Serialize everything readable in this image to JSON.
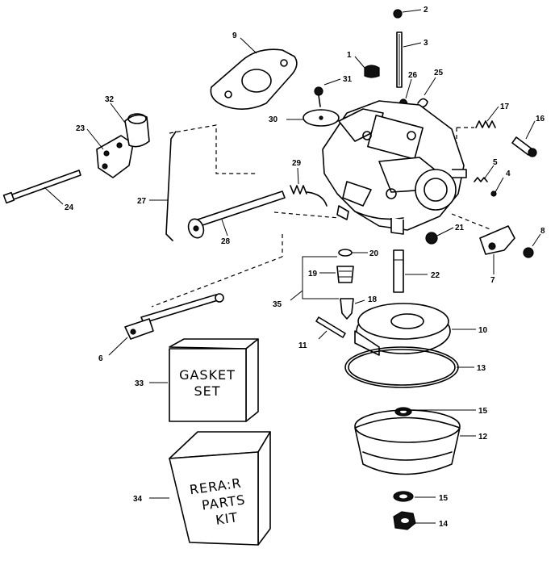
{
  "callouts": [
    {
      "id": "c2",
      "label": "2"
    },
    {
      "id": "c3",
      "label": "3"
    },
    {
      "id": "c9",
      "label": "9"
    },
    {
      "id": "c1",
      "label": "1"
    },
    {
      "id": "c26",
      "label": "26"
    },
    {
      "id": "c25",
      "label": "25"
    },
    {
      "id": "c31",
      "label": "31"
    },
    {
      "id": "c32",
      "label": "32"
    },
    {
      "id": "c23",
      "label": "23"
    },
    {
      "id": "c30",
      "label": "30"
    },
    {
      "id": "c17",
      "label": "17"
    },
    {
      "id": "c16",
      "label": "16"
    },
    {
      "id": "c5",
      "label": "5"
    },
    {
      "id": "c4",
      "label": "4"
    },
    {
      "id": "c29",
      "label": "29"
    },
    {
      "id": "c24",
      "label": "24"
    },
    {
      "id": "c27",
      "label": "27"
    },
    {
      "id": "c28",
      "label": "28"
    },
    {
      "id": "c21",
      "label": "21"
    },
    {
      "id": "c8a",
      "label": "8"
    },
    {
      "id": "c20",
      "label": "20"
    },
    {
      "id": "c7",
      "label": "7"
    },
    {
      "id": "c19",
      "label": "19"
    },
    {
      "id": "c22",
      "label": "22"
    },
    {
      "id": "c35",
      "label": "35"
    },
    {
      "id": "c18",
      "label": "18"
    },
    {
      "id": "c10",
      "label": "10"
    },
    {
      "id": "c11",
      "label": "11"
    },
    {
      "id": "c6",
      "label": "6"
    },
    {
      "id": "c13",
      "label": "13"
    },
    {
      "id": "c33",
      "label": "33"
    },
    {
      "id": "c15a",
      "label": "15"
    },
    {
      "id": "c12",
      "label": "12"
    },
    {
      "id": "c34",
      "label": "34"
    },
    {
      "id": "c15b",
      "label": "15"
    },
    {
      "id": "c14",
      "label": "14"
    }
  ],
  "boxes": {
    "gasket_set": {
      "line1": "GASKET",
      "line2": "SET"
    },
    "repair_kit": {
      "line1": "RERA:R",
      "line2": "PARTS",
      "line3": "KIT"
    }
  }
}
